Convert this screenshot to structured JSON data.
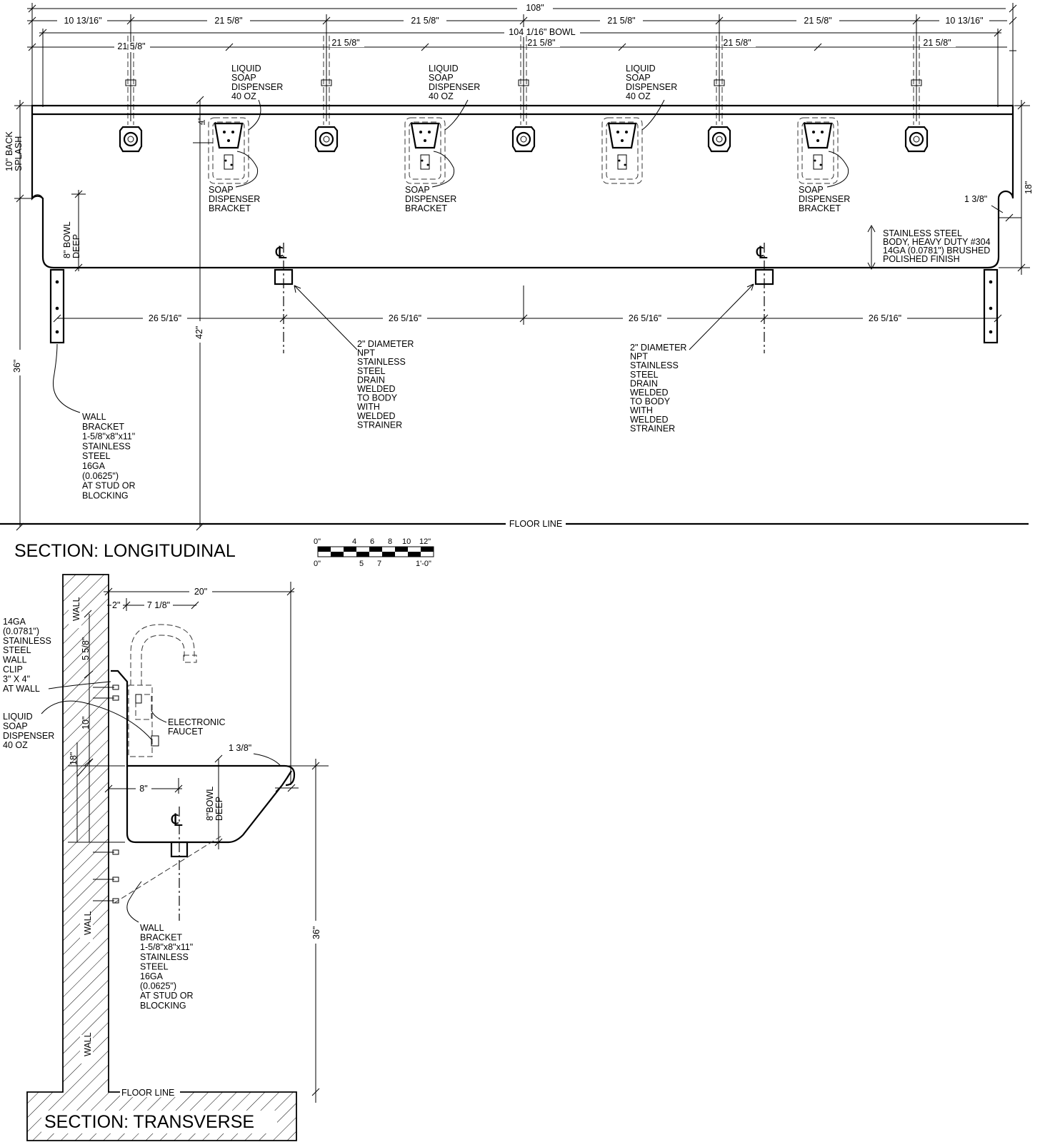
{
  "longitudinal": {
    "title": "SECTION: LONGITUDINAL",
    "dims": {
      "overall": "108\"",
      "end_left": "10 13/16\"",
      "end_right": "10 13/16\"",
      "spacing": "21 5/8\"",
      "bowl": "104 1/16\" BOWL",
      "drain_spacing": "26 5/16\"",
      "back_splash": [
        "10\" BACK",
        "SPLASH"
      ],
      "bowl_deep": [
        "8\" BOWL",
        "DEEP"
      ],
      "rim": "1 3/8\"",
      "height_18": "18\"",
      "height_42": "42\"",
      "height_36": "36\"",
      "dispenser_offset": "4\""
    },
    "callouts": {
      "soap_dispenser": [
        "LIQUID",
        "SOAP",
        "DISPENSER",
        "40 OZ"
      ],
      "bracket": [
        "SOAP",
        "DISPENSER",
        "BRACKET"
      ],
      "drain": [
        "2\" DIAMETER",
        "NPT",
        "STAINLESS",
        "STEEL",
        "DRAIN",
        "WELDED",
        "TO BODY",
        "WITH",
        "WELDED",
        "STRAINER"
      ],
      "wall_bracket": [
        "WALL",
        "BRACKET",
        "1-5/8\"x8\"x11\"",
        "STAINLESS",
        "STEEL",
        "16GA",
        "(0.0625\")",
        "AT STUD OR",
        "BLOCKING"
      ],
      "body": [
        "STAINLESS STEEL",
        "BODY, HEAVY DUTY #304",
        "14GA (0.0781\") BRUSHED",
        "POLISHED FINISH"
      ]
    },
    "floor_line": "FLOOR LINE",
    "centerline": "CL"
  },
  "scale": {
    "top": [
      "0\"",
      "4",
      "6",
      "8",
      "10",
      "12\""
    ],
    "bottom": [
      "0\"",
      "5",
      "7",
      "1'-0\""
    ]
  },
  "transverse": {
    "title": "SECTION: TRANSVERSE",
    "wall": "WALL",
    "dims": {
      "d20": "20\"",
      "d2": "2\"",
      "d718": "7 1/8\"",
      "d558": "5 5/8\"",
      "d10": "10\"",
      "d18": "18\"",
      "d138": "1 3/8\"",
      "d8": "8\"",
      "bowl_deep": [
        "8\"BOWL",
        "DEEP"
      ],
      "d36": "36\""
    },
    "callouts": {
      "wall_clip": [
        "14GA",
        "(0.0781\")",
        "STAINLESS",
        "STEEL",
        "WALL",
        "CLIP",
        "3\" X 4\"",
        "AT WALL"
      ],
      "soap": [
        "LIQUID",
        "SOAP",
        "DISPENSER",
        "40 OZ"
      ],
      "faucet": [
        "ELECTRONIC",
        "FAUCET"
      ],
      "wall_bracket": [
        "WALL",
        "BRACKET",
        "1-5/8\"x8\"x11\"",
        "STAINLESS",
        "STEEL",
        "16GA",
        "(0.0625\")",
        "AT STUD OR",
        "BLOCKING"
      ]
    },
    "floor_line": "FLOOR LINE"
  }
}
